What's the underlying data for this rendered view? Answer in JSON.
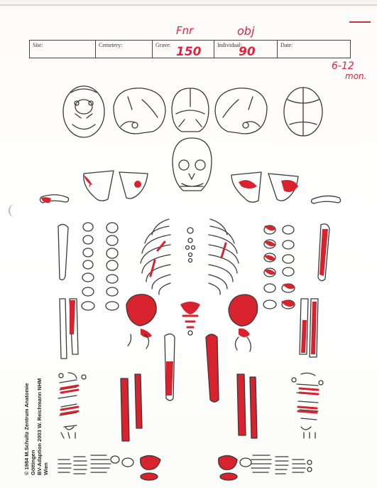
{
  "form": {
    "site_label": "Site:",
    "cemetery_label": "Cemetery:",
    "grave_label": "Grave:",
    "individual_label": "Individual:",
    "date_label": "Date:"
  },
  "handwriting": {
    "top_left": "Fnr",
    "top_right": "obj",
    "grave_value": "150",
    "individual_value": "90",
    "age_line1": "6-12",
    "age_line2": "mon."
  },
  "credit": {
    "line1": "© 1984 M.Schultz Zentrum Anatomie Göttingen",
    "line2": "BV-Adaption 2003 W. Reichmann NHM Wien"
  },
  "colors": {
    "ink": "#3a3a3a",
    "marked": "#d8232f"
  }
}
